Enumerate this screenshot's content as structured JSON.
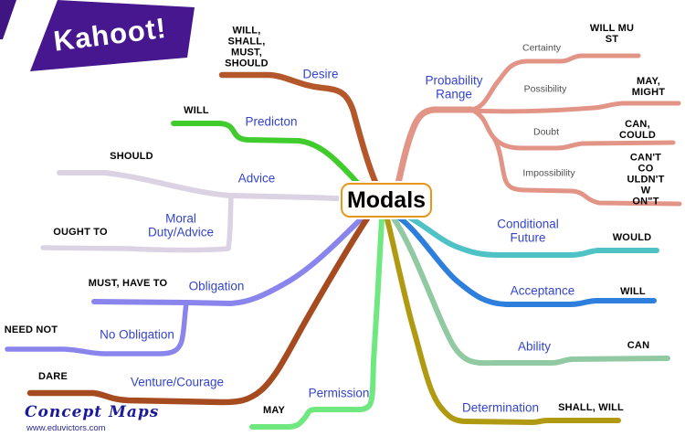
{
  "logo": {
    "brand": "Kahoot!",
    "bg_color": "#46178f",
    "accent_color": "#3f1582"
  },
  "center": {
    "label": "Modals",
    "border_color": "#e8971e"
  },
  "watermark": {
    "title": "Concept Maps",
    "site": "www.eduvictors.com"
  },
  "label_colors": {
    "branch_label": "#3444cc",
    "sub_label": "#4f4f4f",
    "modal_text": "#000000"
  },
  "branches": [
    {
      "id": "desire",
      "label": "Desire",
      "modals": "WILL,\nSHALL,\nMUST,\nSHOULD",
      "color": "#b4582c"
    },
    {
      "id": "prediction",
      "label": "Predicton",
      "modals": "WILL",
      "color": "#41cc2e"
    },
    {
      "id": "advice",
      "label": "Advice",
      "modals": "SHOULD",
      "color": "#dbd2e4"
    },
    {
      "id": "moral-duty",
      "label": "Moral\nDuty/Advice",
      "modals": "OUGHT TO",
      "color": "#dbd2e4"
    },
    {
      "id": "obligation",
      "label": "Obligation",
      "modals": "MUST, HAVE TO",
      "color": "#8a85ec"
    },
    {
      "id": "no-obligation",
      "label": "No Obligation",
      "modals": "NEED NOT",
      "color": "#8a85ec"
    },
    {
      "id": "venture",
      "label": "Venture/Courage",
      "modals": "DARE",
      "color": "#a64a1f"
    },
    {
      "id": "permission",
      "label": "Permission",
      "modals": "MAY",
      "color": "#6fe87f"
    },
    {
      "id": "determination",
      "label": "Determination",
      "modals": "SHALL, WILL",
      "color": "#b09a12"
    },
    {
      "id": "ability",
      "label": "Ability",
      "modals": "CAN",
      "color": "#90c9a2"
    },
    {
      "id": "acceptance",
      "label": "Acceptance",
      "modals": "WILL",
      "color": "#2e7ede"
    },
    {
      "id": "conditional",
      "label": "Conditional\nFuture",
      "modals": "WOULD",
      "color": "#4fc2c5"
    },
    {
      "id": "probability",
      "label": "Probability\nRange",
      "color": "#e29486",
      "subs": [
        {
          "label": "Certainty",
          "modals": "WILL MU\nST"
        },
        {
          "label": "Possibility",
          "modals": "MAY, MIGHT"
        },
        {
          "label": "Doubt",
          "modals": "CAN, COULD"
        },
        {
          "label": "Impossibility",
          "modals": "CAN'T CO\nULDN'T W\nON\"T"
        }
      ]
    }
  ]
}
